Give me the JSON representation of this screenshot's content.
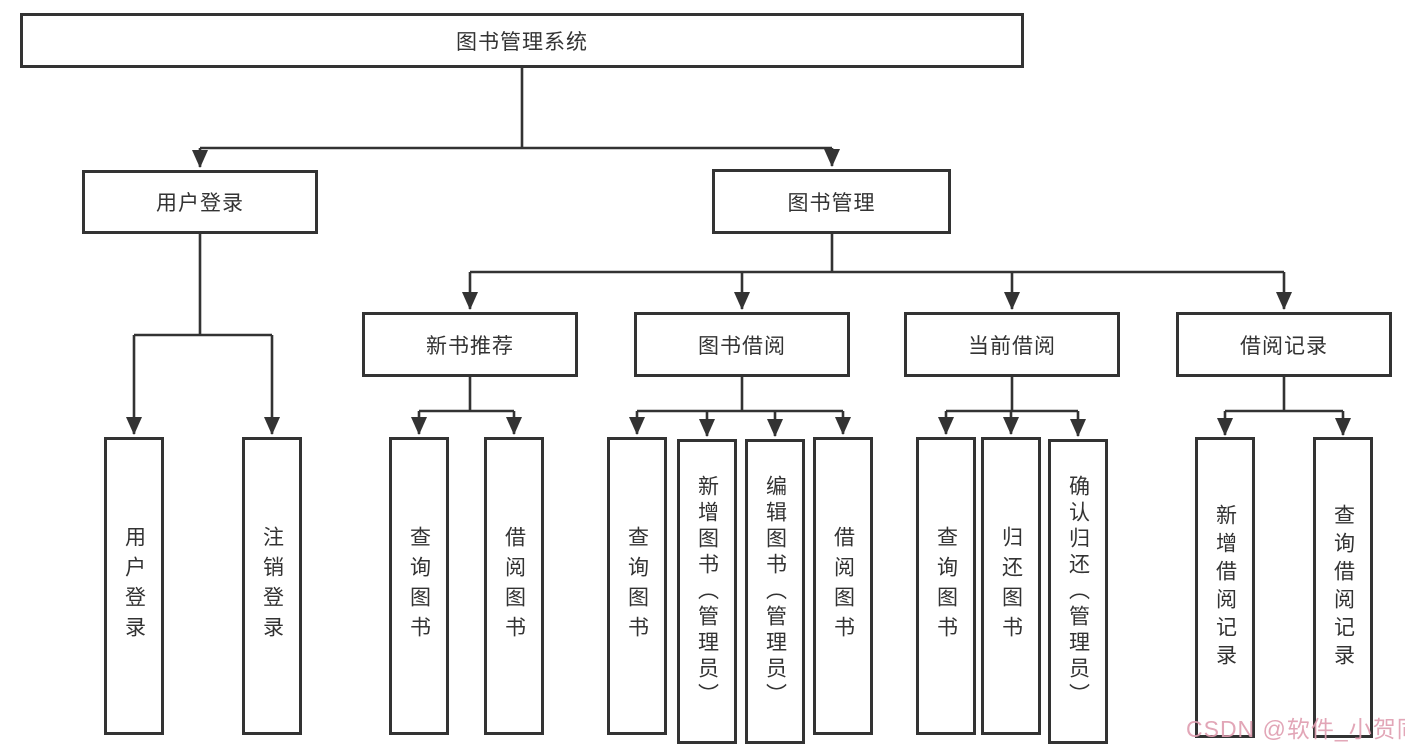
{
  "diagram_title": "图书管理系统",
  "nodes": {
    "root": {
      "label": "图书管理系统"
    },
    "user_login": {
      "label": "用户登录"
    },
    "book_management": {
      "label": "图书管理"
    },
    "new_book_recommend": {
      "label": "新书推荐"
    },
    "book_borrow": {
      "label": "图书借阅"
    },
    "current_borrow": {
      "label": "当前借阅"
    },
    "borrow_record": {
      "label": "借阅记录"
    },
    "leaf_user_login": {
      "label": "用户登录"
    },
    "leaf_logout": {
      "label": "注销登录"
    },
    "leaf_query_book_recommend": {
      "label": "查询图书"
    },
    "leaf_borrow_book_recommend": {
      "label": "借阅图书"
    },
    "leaf_query_book_borrow": {
      "label": "查询图书"
    },
    "leaf_add_book_admin": {
      "label": "新增图书（管理员）"
    },
    "leaf_edit_book_admin": {
      "label": "编辑图书（管理员）"
    },
    "leaf_borrow_book_borrow": {
      "label": "借阅图书"
    },
    "leaf_query_book_current": {
      "label": "查询图书"
    },
    "leaf_return_book": {
      "label": "归还图书"
    },
    "leaf_confirm_return_admin": {
      "label": "确认归还（管理员）"
    },
    "leaf_add_borrow_record": {
      "label": "新增借阅记录"
    },
    "leaf_query_borrow_record": {
      "label": "查询借阅记录"
    }
  },
  "hierarchy": {
    "图书管理系统": {
      "用户登录": [
        "用户登录",
        "注销登录"
      ],
      "图书管理": {
        "新书推荐": [
          "查询图书",
          "借阅图书"
        ],
        "图书借阅": [
          "查询图书",
          "新增图书（管理员）",
          "编辑图书（管理员）",
          "借阅图书"
        ],
        "当前借阅": [
          "查询图书",
          "归还图书",
          "确认归还（管理员）"
        ],
        "借阅记录": [
          "新增借阅记录",
          "查询借阅记录"
        ]
      }
    }
  },
  "watermark": {
    "text": "CSDN @软件_小贺同学",
    "color": "#e09eb1"
  },
  "colors": {
    "line": "#333333",
    "box_border": "#333333",
    "text": "#333333",
    "background": "#ffffff"
  }
}
